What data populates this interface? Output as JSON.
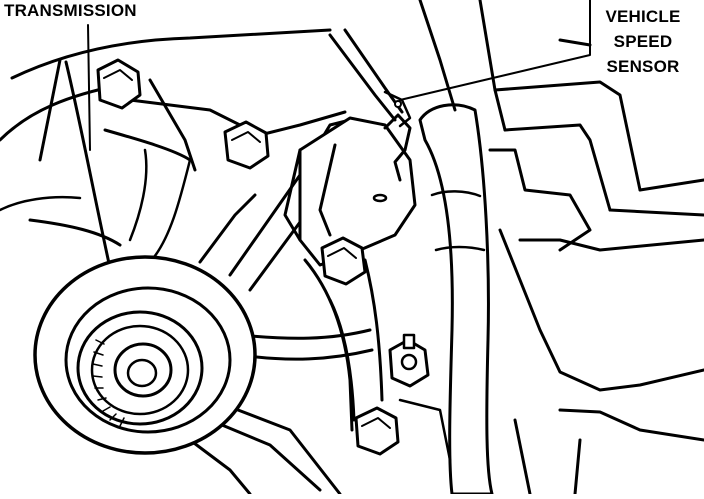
{
  "labels": {
    "transmission": "TRANSMISSION",
    "vehicle_speed_sensor": [
      "VEHICLE",
      "SPEED",
      "SENSOR"
    ]
  },
  "colors": {
    "ink": "#000000",
    "paper": "#ffffff"
  }
}
